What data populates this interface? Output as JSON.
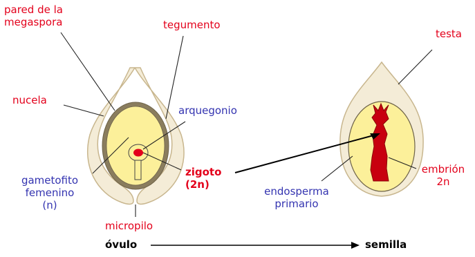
{
  "colors": {
    "label_red": "#e3001b",
    "label_blue": "#3333b0",
    "integument_fill": "#f4ecd7",
    "integument_stroke": "#c8b68e",
    "gametophyte_fill": "#fcf09a",
    "megaspore_wall": "#8a7d5e",
    "embryo_red": "#c8000f"
  },
  "ovule": {
    "label_wall": "pared de la\nmegaspora",
    "label_integument": "tegumento",
    "label_nucellus": "nucela",
    "label_archegonium": "arquegonio",
    "label_gametophyte": "gametofito\nfemenino\n(n)",
    "label_zygote": "zigoto\n(2n)",
    "label_micropyle": "micropilo",
    "caption": "óvulo"
  },
  "seed": {
    "label_testa": "testa",
    "label_endosperm": "endosperma\nprimario",
    "label_embryo": "embrión\n2n",
    "caption": "semilla"
  }
}
